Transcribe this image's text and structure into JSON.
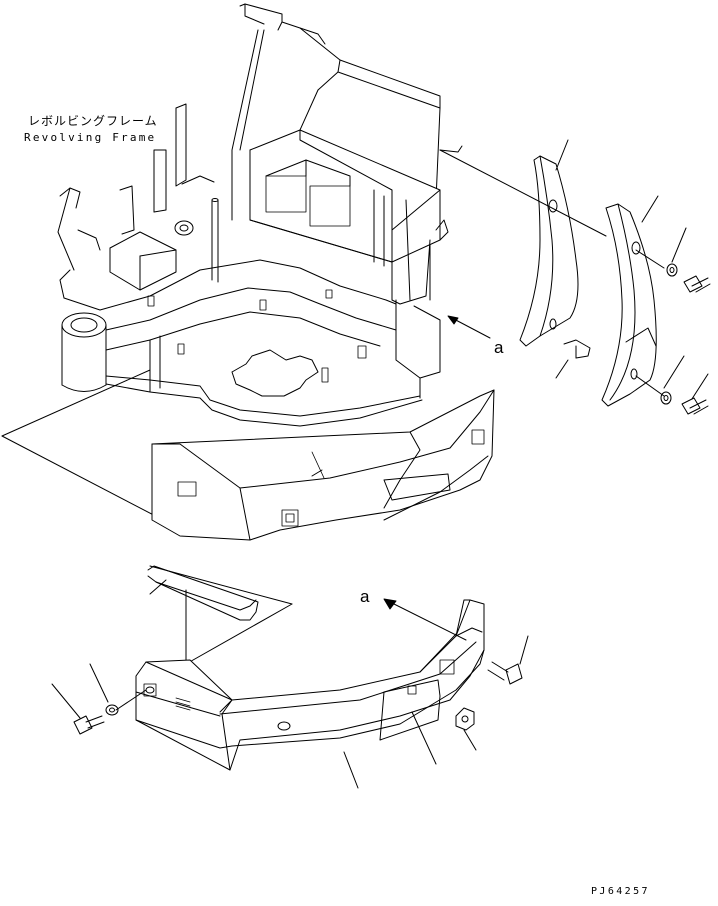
{
  "labels": {
    "title_jp": "レボルビングフレーム",
    "title_en": "Revolving Frame",
    "ref_a_upper": "a",
    "ref_a_lower": "a",
    "part_code": "PJ64257"
  },
  "parts": [
    "revolving-frame",
    "upper-counterweight",
    "counterweight-cover-plate",
    "lower-counterweight",
    "side-weight-inner",
    "side-weight-outer",
    "mounting-bracket",
    "bolt",
    "washer",
    "nut"
  ],
  "colors": {
    "line": "#000000",
    "background": "#ffffff"
  }
}
